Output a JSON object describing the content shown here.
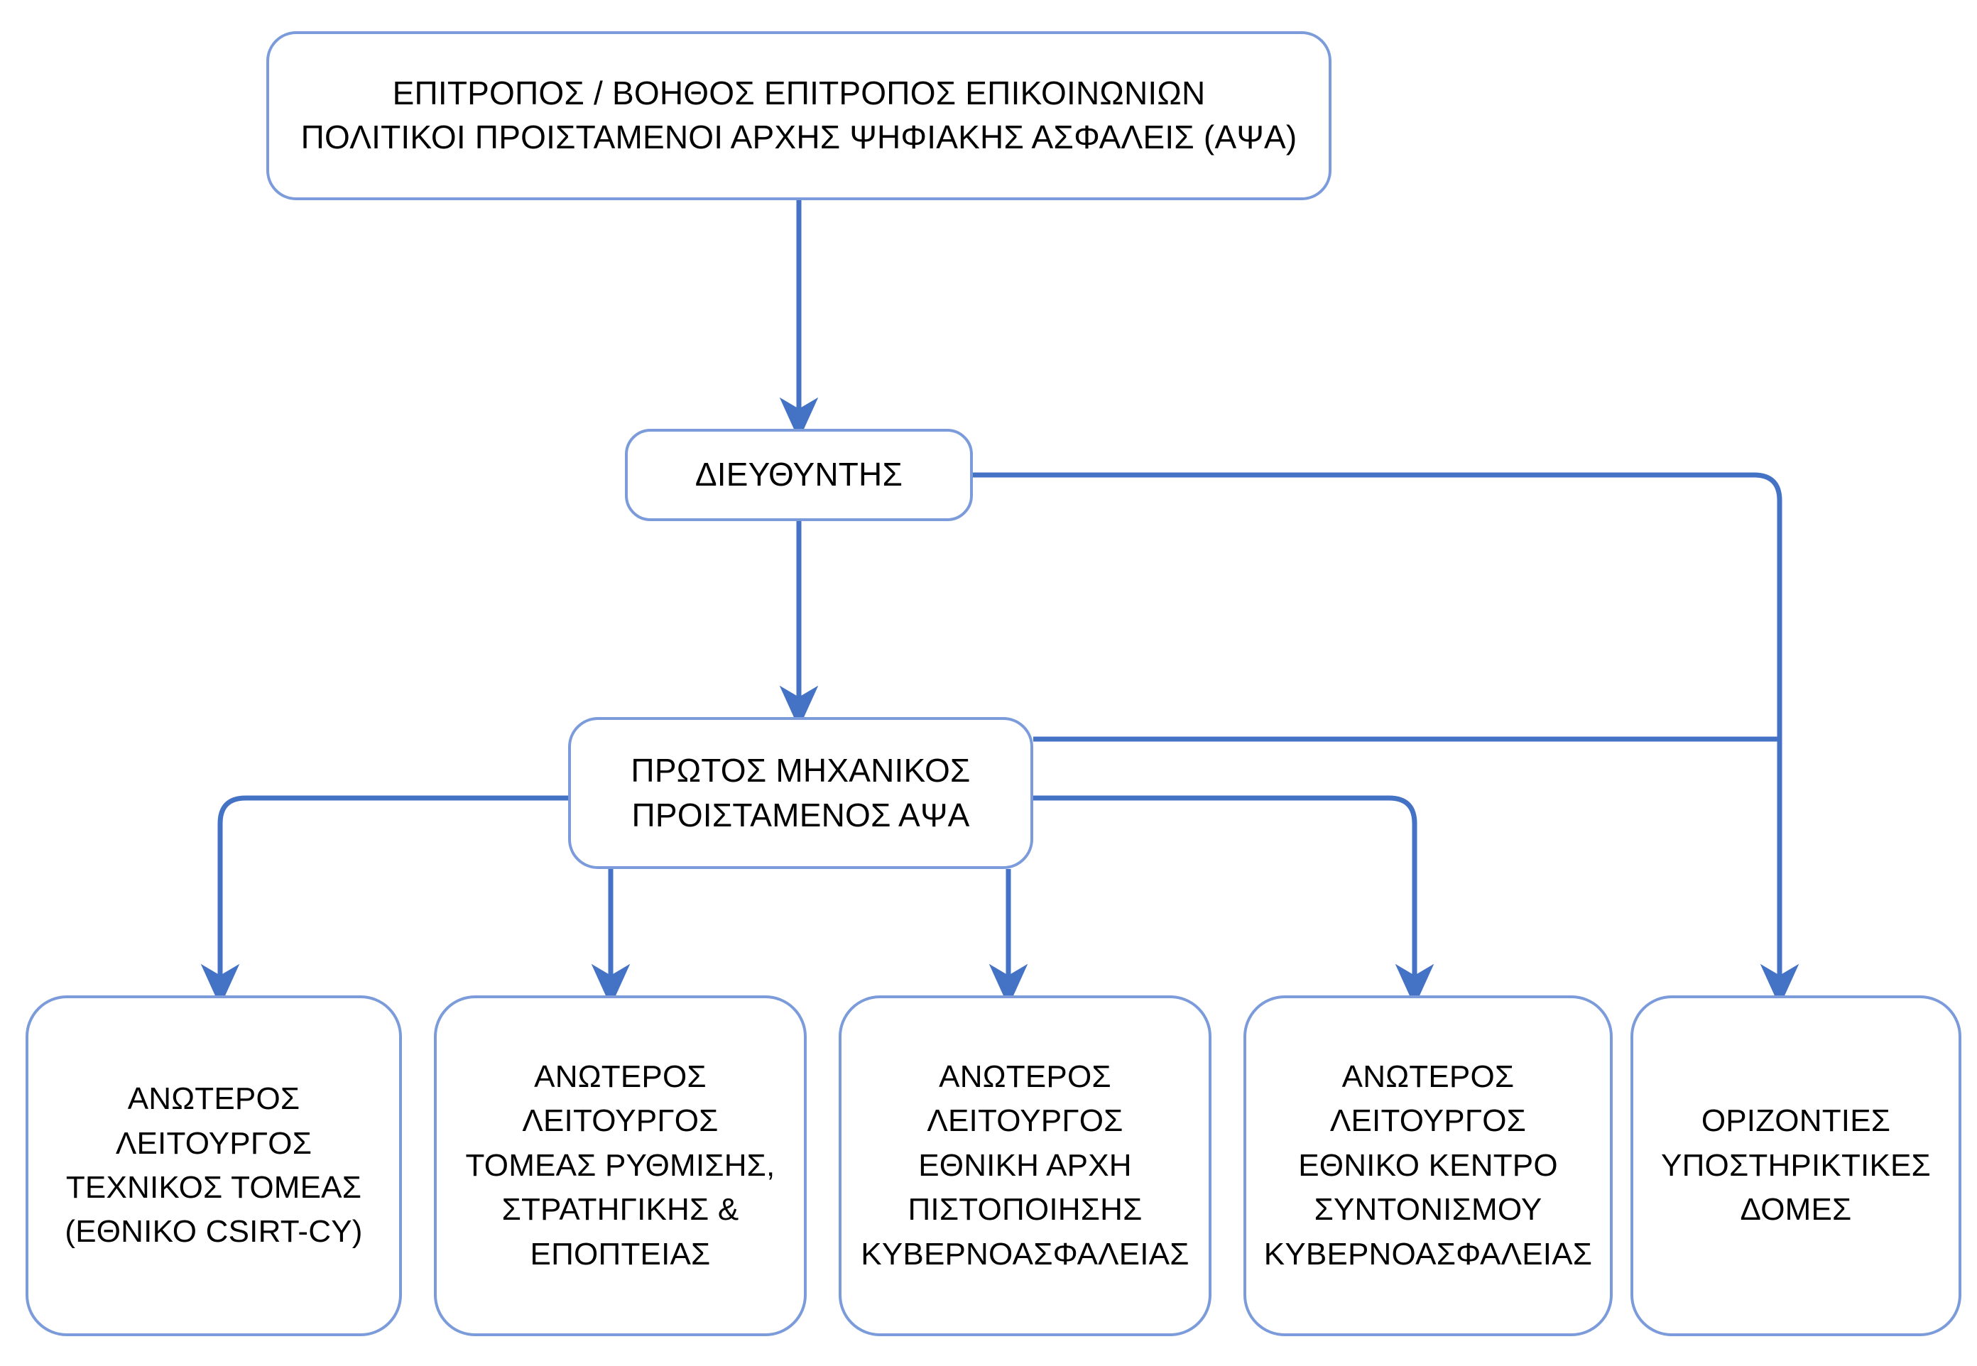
{
  "diagram": {
    "title_text": "",
    "colors": {
      "box_border": "#7b9bda",
      "connector": "#4472c4",
      "box_fill": "#ffffff",
      "text": "#000000"
    },
    "nodes": {
      "commissioner": {
        "label": "ΕΠΙΤΡΟΠΟΣ / ΒΟΗΘΟΣ ΕΠΙΤΡΟΠΟΣ ΕΠΙΚΟΙΝΩΝΙΩΝ\nΠΟΛΙΤΙΚΟΙ ΠΡΟΙΣΤΑΜΕΝΟΙ ΑΡΧΗΣ ΨΗΦΙΑΚΗΣ ΑΣΦΑΛΕΙΣ (ΑΨΑ)",
        "level": 1
      },
      "director": {
        "label": "ΔΙΕΥΘΥΝΤΗΣ",
        "level": 2
      },
      "chief_engineer": {
        "label": "ΠΡΩΤΟΣ ΜΗΧΑΝΙΚΟΣ\nΠΡΟΙΣΤΑΜΕΝΟΣ ΑΨΑ",
        "level": 3
      }
    },
    "leaf_nodes": [
      {
        "id": "technical-sector",
        "label": "ΑΝΩΤΕΡΟΣ\nΛΕΙΤΟΥΡΓΟΣ\nΤΕΧΝΙΚΟΣ ΤΟΜΕΑΣ\n(ΕΘΝΙΚΟ CSIRT-CY)"
      },
      {
        "id": "regulation-strategy-supervision",
        "label": "ΑΝΩΤΕΡΟΣ\nΛΕΙΤΟΥΡΓΟΣ\nΤΟΜΕΑΣ ΡΥΘΜΙΣΗΣ,\nΣΤΡΑΤΗΓΙΚΗΣ &\nΕΠΟΠΤΕΙΑΣ"
      },
      {
        "id": "national-certification-authority",
        "label": "ΑΝΩΤΕΡΟΣ\nΛΕΙΤΟΥΡΓΟΣ\nΕΘΝΙΚΗ ΑΡΧΗ\nΠΙΣΤΟΠΟΙΗΣΗΣ\nΚΥΒΕΡΝΟΑΣΦΑΛΕΙΑΣ"
      },
      {
        "id": "national-coordination-centre",
        "label": "ΑΝΩΤΕΡΟΣ\nΛΕΙΤΟΥΡΓΟΣ\nΕΘΝΙΚΟ ΚΕΝΤΡΟ\nΣΥΝΤΟΝΙΣΜΟΥ\nΚΥΒΕΡΝΟΑΣΦΑΛΕΙΑΣ"
      },
      {
        "id": "horizontal-support-structures",
        "label": "ΟΡΙΖΟΝΤΙΕΣ\nΥΠΟΣΤΗΡΙΚΤΙΚΕΣ\nΔΟΜΕΣ"
      }
    ],
    "connections": [
      {
        "from": "commissioner",
        "to": "director",
        "style": "vertical-arrow"
      },
      {
        "from": "director",
        "to": "chief_engineer",
        "style": "vertical-arrow"
      },
      {
        "from": "director",
        "to": "horizontal-support-structures",
        "style": "right-elbow-arrow"
      },
      {
        "from": "chief_engineer",
        "to": "technical-sector",
        "style": "left-elbow-arrow"
      },
      {
        "from": "chief_engineer",
        "to": "regulation-strategy-supervision",
        "style": "vertical-arrow"
      },
      {
        "from": "chief_engineer",
        "to": "national-certification-authority",
        "style": "vertical-arrow"
      },
      {
        "from": "chief_engineer",
        "to": "national-coordination-centre",
        "style": "right-elbow-arrow"
      },
      {
        "from": "chief_engineer",
        "to": "horizontal-support-structures",
        "style": "right-join-line"
      }
    ]
  }
}
